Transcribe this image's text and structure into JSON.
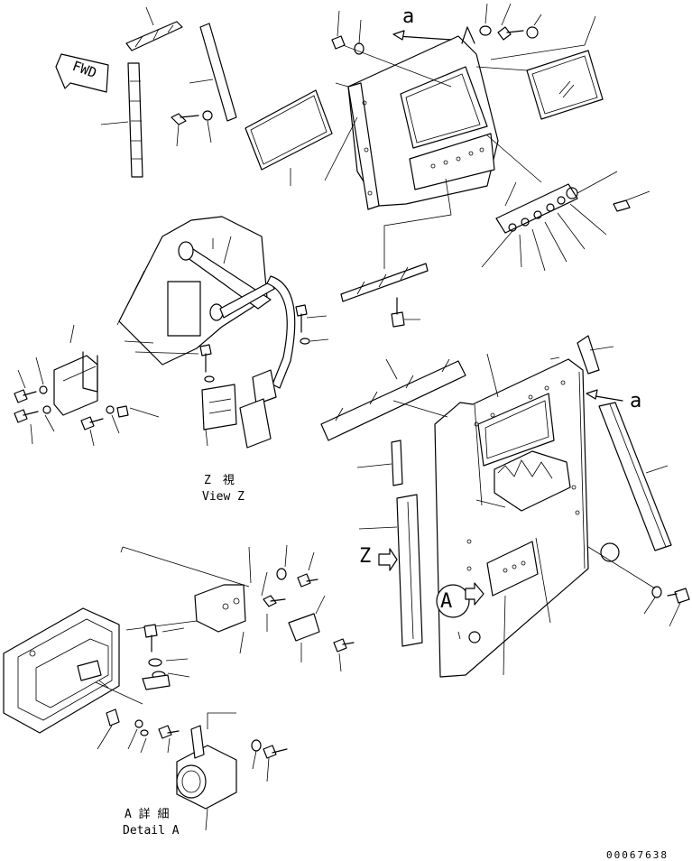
{
  "labels": {
    "ref_a_top": "a",
    "ref_a_right": "a",
    "fwd": "FWD",
    "z_marker": "Z",
    "a_marker": "A",
    "view_z_jp": "Z　視",
    "view_z_en": "View Z",
    "detail_a_jp": "A 詳 細",
    "detail_a_en": "Detail A",
    "drawing_number": "00067638"
  }
}
